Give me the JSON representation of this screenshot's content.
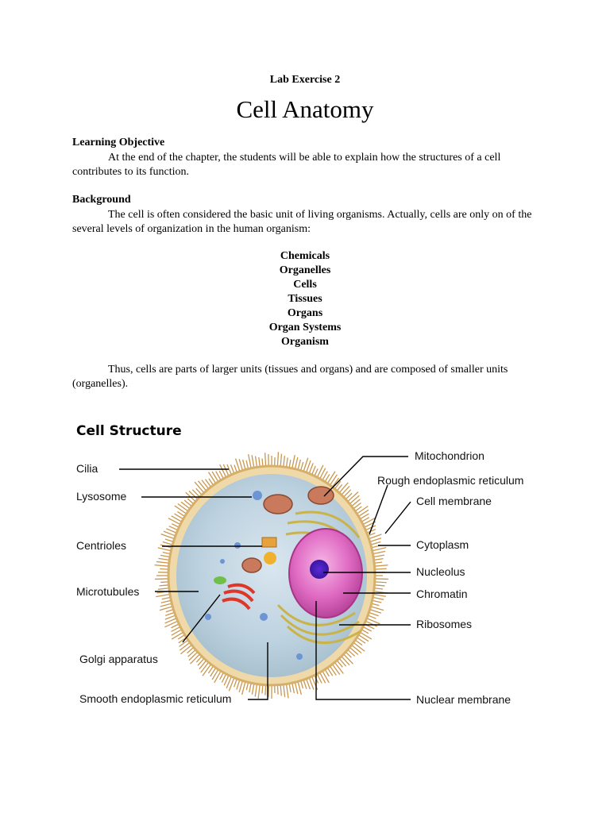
{
  "header": {
    "exercise": "Lab Exercise 2",
    "title": "Cell Anatomy"
  },
  "learning_objective": {
    "heading": "Learning Objective",
    "text": "At the end of the chapter, the students will be able to explain how the structures of a cell contributes to its function."
  },
  "background": {
    "heading": "Background",
    "text": "The cell is often considered the basic unit of living organisms. Actually, cells are only on of the several levels of organization in the human organism:",
    "levels": [
      "Chemicals",
      "Organelles",
      "Cells",
      "Tissues",
      "Organs",
      "Organ Systems",
      "Organism"
    ],
    "closing": "Thus, cells are parts of larger units (tissues and organs) and are composed of smaller units (organelles)."
  },
  "figure": {
    "title": "Cell Structure",
    "labels": {
      "cilia": "Cilia",
      "lysosome": "Lysosome",
      "centrioles": "Centrioles",
      "microtubules": "Microtubules",
      "golgi": "Golgi apparatus",
      "smooth_er": "Smooth endoplasmic reticulum",
      "mitochondrion": "Mitochondrion",
      "rough_er": "Rough endoplasmic reticulum",
      "cell_membrane": "Cell membrane",
      "cytoplasm": "Cytoplasm",
      "nucleolus": "Nucleolus",
      "chromatin": "Chromatin",
      "ribosomes": "Ribosomes",
      "nuclear_membrane": "Nuclear membrane"
    }
  }
}
